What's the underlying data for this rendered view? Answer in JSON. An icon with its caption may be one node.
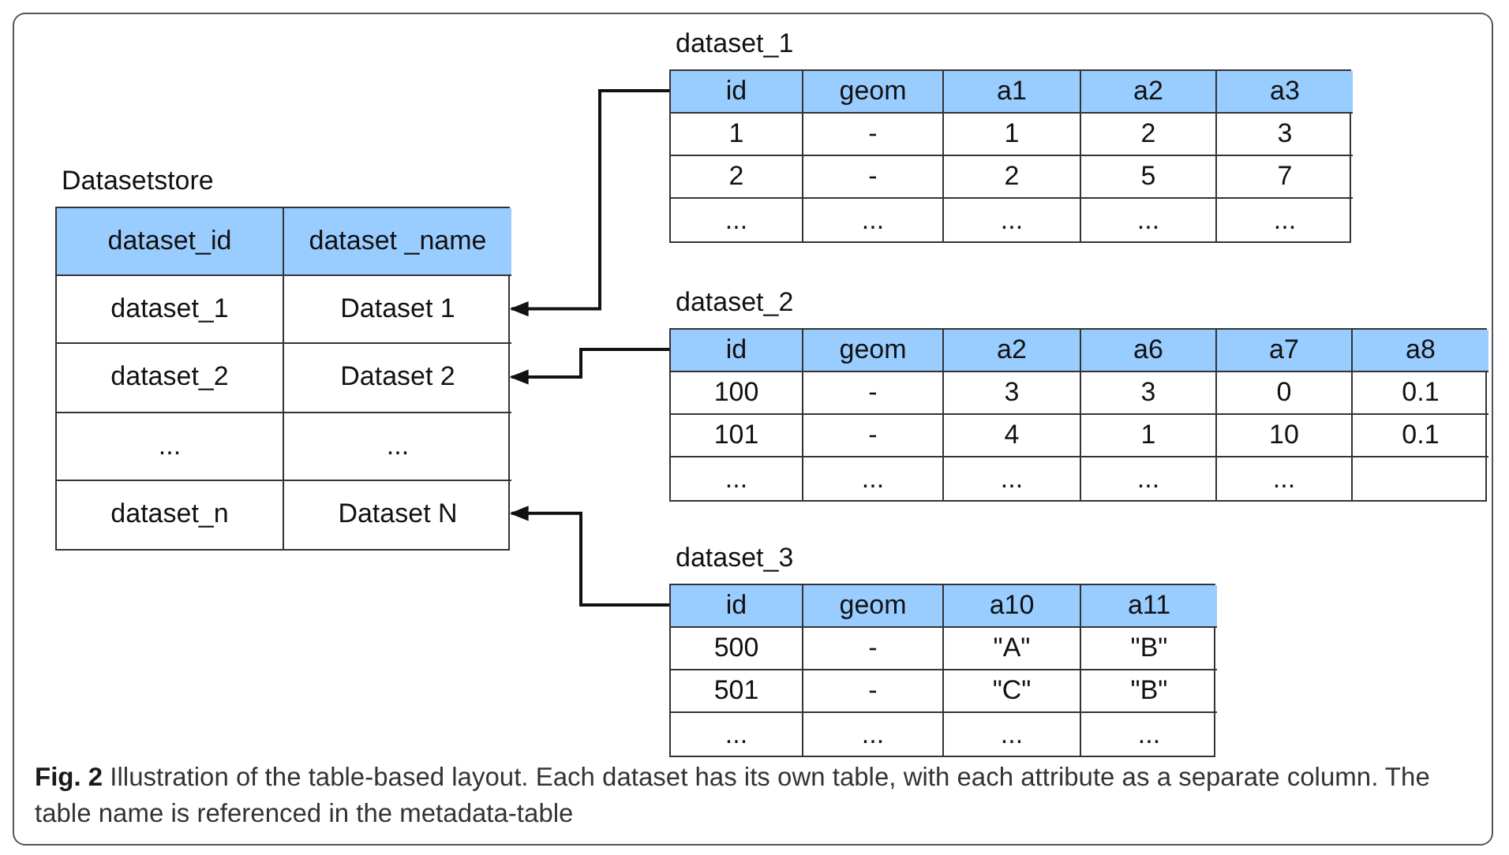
{
  "diagram": {
    "caption": "**Fig. 2** Illustration of the table-based layout. Each dataset has its own table, with each attribute as a separate column. The table name is referenced in the metadata-table",
    "nodes": [
      {
        "text": [
          "Datasetstore",
          "dataset_id",
          "dataset _name",
          "dataset_1",
          "Dataset 1",
          "dataset_2",
          "Dataset 2",
          "...",
          "...",
          "dataset_n",
          "Dataset N"
        ]
      },
      {
        "text": [
          "dataset_1",
          "id",
          "geom",
          "a1",
          "a2",
          "a3",
          "1",
          "-",
          "1",
          "2",
          "3",
          "2",
          "-",
          "2",
          "5",
          "7",
          "...",
          "...",
          "...",
          "...",
          "..."
        ]
      },
      {
        "text": [
          "dataset_2",
          "id",
          "geom",
          "a2",
          "a6",
          "a7",
          "a8",
          "100",
          "-",
          "3",
          "3",
          "0",
          "0.1",
          "101",
          "-",
          "4",
          "1",
          "10",
          "0.1",
          "...",
          "...",
          "...",
          "...",
          "..."
        ]
      },
      {
        "text": [
          "dataset_3",
          "id",
          "geom",
          "a10",
          "a11",
          "500",
          "-",
          "\"A\"",
          "\"B\"",
          "501",
          "-",
          "\"C\"",
          "\"B\"",
          "...",
          "...",
          "...",
          "..."
        ]
      }
    ],
    "edges": [
      {
        "from": 1,
        "to": 0,
        "arrow": "to"
      },
      {
        "from": 2,
        "to": 0,
        "arrow": "to"
      },
      {
        "from": 3,
        "to": 0,
        "arrow": "to"
      }
    ]
  }
}
